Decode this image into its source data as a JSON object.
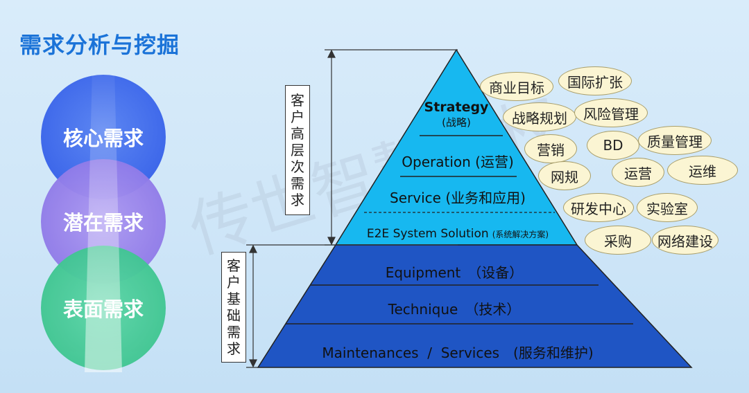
{
  "title": "需求分析与挖掘",
  "watermark": "传世智慧版权",
  "circles": [
    "核心需求",
    "潜在需求",
    "表面需求"
  ],
  "side_labels": {
    "upper": [
      "客",
      "户",
      "高",
      "层",
      "次",
      "需",
      "求"
    ],
    "lower": [
      "客",
      "户",
      "基",
      "础",
      "需",
      "求"
    ]
  },
  "pyramid": {
    "top_layers": [
      {
        "main": "Strategy",
        "sub": "(战略)"
      },
      {
        "main": "Operation (运营)"
      },
      {
        "main": "Service (业务和应用)"
      },
      {
        "main": "E2E System Solution",
        "sub": "(系统解决方案)"
      }
    ],
    "bottom_layers": [
      {
        "main": "Equipment　（设备）"
      },
      {
        "main": "Technique　（技术）"
      },
      {
        "main": "Maintenances  /  Services　(服务和维护)"
      }
    ],
    "colors": {
      "top": "#17b8f0",
      "bottom": "#1f55c4"
    }
  },
  "tags": [
    "商业目标",
    "国际扩张",
    "战略规划",
    "风险管理",
    "营销",
    "BD",
    "质量管理",
    "网规",
    "运营",
    "运维",
    "研发中心",
    "实验室",
    "采购",
    "网络建设"
  ]
}
